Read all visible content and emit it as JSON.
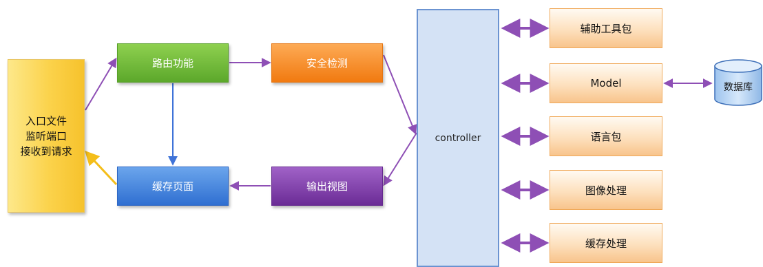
{
  "entry": {
    "lines": [
      "入口文件",
      "监听端口",
      "接收到请求"
    ]
  },
  "router": {
    "label": "路由功能"
  },
  "security": {
    "label": "安全检测"
  },
  "cache_page": {
    "label": "缓存页面"
  },
  "output_view": {
    "label": "输出视图"
  },
  "controller": {
    "label": "controller"
  },
  "services": [
    {
      "label": "辅助工具包"
    },
    {
      "label": "Model"
    },
    {
      "label": "语言包"
    },
    {
      "label": "图像处理"
    },
    {
      "label": "缓存处理"
    }
  ],
  "database": {
    "label": "数据库"
  },
  "colors": {
    "purple_arrow": "#8e4fb5",
    "blue_arrow": "#3f73d8",
    "yellow_arrow": "#f4be1a"
  }
}
